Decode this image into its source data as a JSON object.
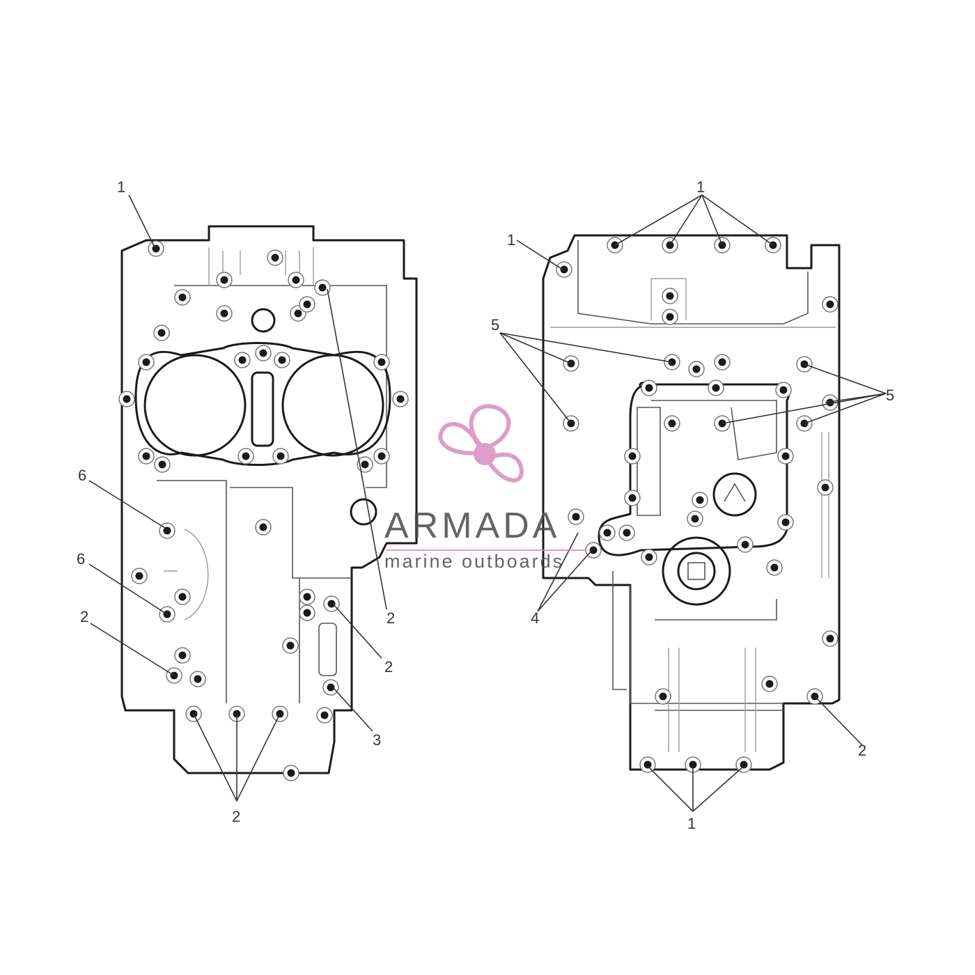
{
  "logo": {
    "brand": "ARMADA",
    "tagline": "marine outboards",
    "brand_color": "#4a4a4a",
    "accent_color": "#d98cbf",
    "icon": "propeller-icon"
  },
  "callouts": {
    "left": [
      "1",
      "6",
      "6",
      "2",
      "2",
      "2",
      "2",
      "3"
    ],
    "right": [
      "1",
      "1",
      "5",
      "5",
      "4",
      "2",
      "1"
    ]
  },
  "colors": {
    "line": "#1a1a1a",
    "watermark": "#d98cbf"
  }
}
